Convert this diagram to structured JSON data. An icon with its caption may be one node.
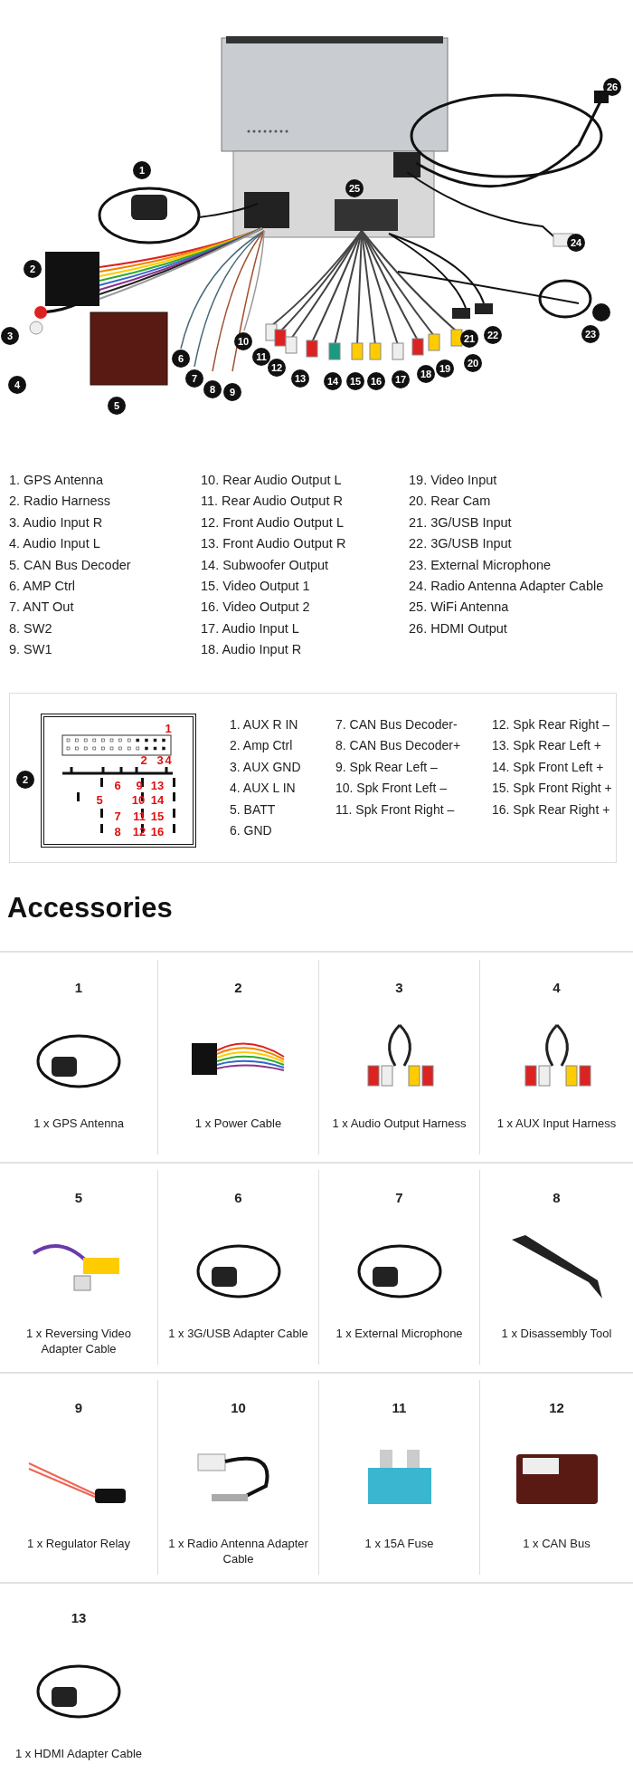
{
  "diagram": {
    "nodes": [
      {
        "text": [
          "1. AUX R IN",
          "2. Amp Ctrl",
          "3. AUX GND",
          "4. AUX L IN",
          "5. BATT",
          "6. GND",
          "7. CAN Bus Decoder-",
          "8. CAN Bus Decoder+",
          "9. Spk Rear Left –",
          "10. Spk Front Left –",
          "11. Spk Front Right –",
          "12. Spk Rear Right –",
          "13. Spk Rear Left +",
          "14. Spk Front Left +",
          "15. Spk Front Right +",
          "16. Spk Rear Right +"
        ]
      },
      {
        "text": [
          "1",
          "2",
          "3",
          "4",
          "6",
          "9",
          "13",
          "5",
          "10",
          "14",
          "7",
          "11",
          "15",
          "8",
          "12",
          "16"
        ],
        "in": 0,
        "beside": [
          "2"
        ]
      },
      {
        "text": [
          "1",
          "1 x GPS Antenna"
        ]
      },
      {
        "text": [
          "2",
          "1 x Power Cable"
        ]
      },
      {
        "text": [
          "3",
          "1 x Audio Output Harness"
        ]
      },
      {
        "text": [
          "4",
          "1 x AUX Input Harness"
        ]
      },
      {
        "text": [
          "5",
          "1 x Reversing Video Adapter Cable"
        ]
      },
      {
        "text": [
          "6",
          "1 x 3G/USB Adapter Cable"
        ]
      },
      {
        "text": [
          "7",
          "1 x External Microphone"
        ]
      },
      {
        "text": [
          "8",
          "1 x Disassembly Tool"
        ]
      },
      {
        "text": [
          "9",
          "1 x Regulator Relay"
        ]
      },
      {
        "text": [
          "10",
          "1 x Radio Antenna Adapter Cable"
        ]
      },
      {
        "text": [
          "11",
          "1 x 15A Fuse"
        ]
      },
      {
        "text": [
          "12",
          "1 x CAN Bus"
        ]
      },
      {
        "text": [
          "13",
          "1 x HDMI Adapter Cable"
        ]
      }
    ],
    "labels": [
      "1",
      "2",
      "3",
      "4",
      "5",
      "6",
      "7",
      "8",
      "9",
      "10",
      "11",
      "12",
      "13",
      "14",
      "15",
      "16",
      "17",
      "18",
      "19",
      "20",
      "21",
      "22",
      "23",
      "24",
      "25",
      "26",
      "1. GPS Antenna",
      "2. Radio Harness",
      "3. Audio Input R",
      "4. Audio Input L",
      "5. CAN Bus Decoder",
      "6. AMP Ctrl",
      "7. ANT Out",
      "8. SW2",
      "9. SW1",
      "10. Rear Audio Output L",
      "11. Rear Audio Output R",
      "12. Front Audio Output L",
      "13. Front Audio Output R",
      "14. Subwoofer Output",
      "15. Video Output 1",
      "16. Video Output 2",
      "17. Audio Input L",
      "18. Audio Input R",
      "19. Video Input",
      "20. Rear Cam",
      "21. 3G/USB Input",
      "22. 3G/USB Input",
      "23. External Microphone",
      "24. Radio Antenna Adapter Cable",
      "25. WiFi Antenna",
      "26. HDMI Output",
      "Accessories"
    ]
  }
}
